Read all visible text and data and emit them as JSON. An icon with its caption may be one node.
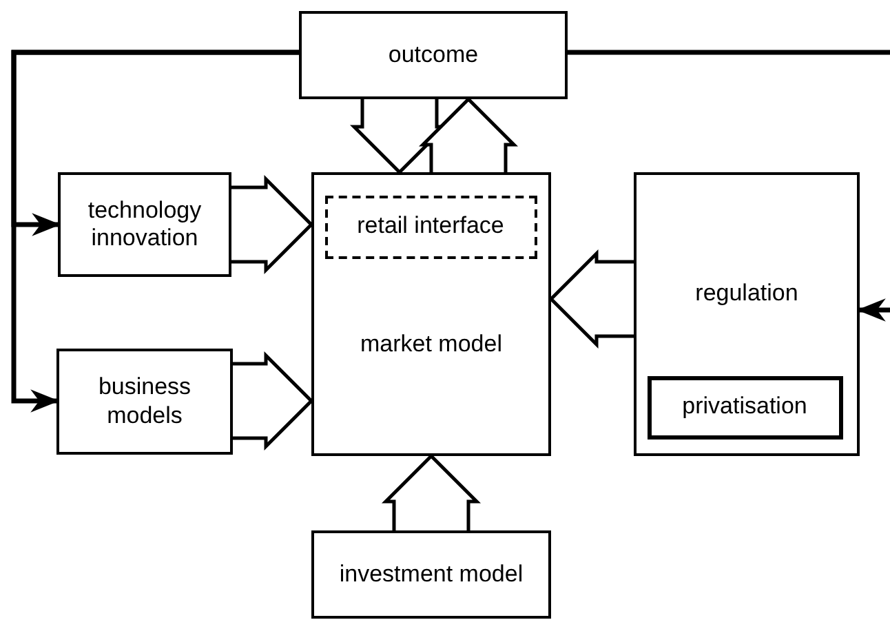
{
  "diagram": {
    "nodes": [
      {
        "text": [
          "outcome"
        ]
      },
      {
        "text": [
          "technology innovation"
        ]
      },
      {
        "text": [
          "market model"
        ]
      },
      {
        "text": [
          "retail interface"
        ],
        "in": 2
      },
      {
        "text": [
          "regulation"
        ]
      },
      {
        "text": [
          "privatisation"
        ],
        "in": 4
      },
      {
        "text": [
          "business models"
        ]
      },
      {
        "text": [
          "investment model"
        ]
      }
    ],
    "edges": [
      {
        "from": 0,
        "to": 2,
        "arrow": "to",
        "style": "thick"
      },
      {
        "from": 2,
        "to": 0,
        "arrow": "to",
        "style": "thick"
      },
      {
        "from": 1,
        "to": 2,
        "arrow": "to",
        "style": "thick"
      },
      {
        "from": 6,
        "to": 2,
        "arrow": "to",
        "style": "thick"
      },
      {
        "from": 4,
        "to": 2,
        "arrow": "to",
        "style": "thick"
      },
      {
        "from": 7,
        "to": 2,
        "arrow": "to",
        "style": "thick"
      },
      {
        "from": 0,
        "to": 1,
        "arrow": "to"
      },
      {
        "from": 0,
        "to": 6,
        "arrow": "to"
      },
      {
        "from": 0,
        "to": null,
        "arrow": "none"
      },
      {
        "from": null,
        "to": 4,
        "arrow": "to"
      }
    ]
  }
}
